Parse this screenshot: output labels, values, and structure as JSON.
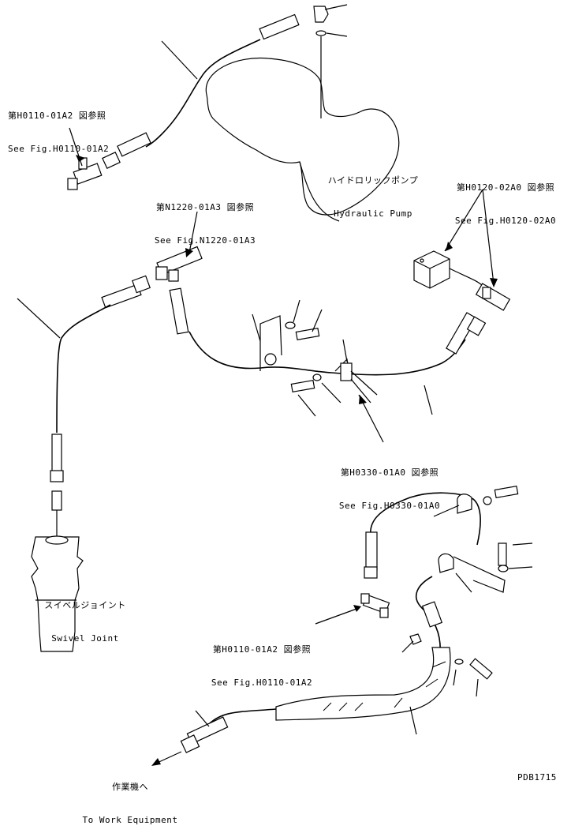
{
  "refs": {
    "ref_h0110_top": {
      "jp": "第H0110-01A2 図参照",
      "en": "See Fig.H0110-01A2"
    },
    "ref_n1220": {
      "jp": "第N1220-01A3 図参照",
      "en": "See Fig.N1220-01A3"
    },
    "ref_h0120": {
      "jp": "第H0120-02A0 図参照",
      "en": "See Fig.H0120-02A0"
    },
    "ref_h0330": {
      "jp": "第H0330-01A0 図参照",
      "en": "See Fig.H0330-01A0"
    },
    "ref_h0110_bottom": {
      "jp": "第H0110-01A2 図参照",
      "en": "See Fig.H0110-01A2"
    }
  },
  "components": {
    "hydraulic_pump": {
      "jp": "ハイドロリックポンプ",
      "en": "Hydraulic Pump"
    },
    "swivel_joint": {
      "jp": "スイベルジョイント",
      "en": "Swivel Joint"
    },
    "work_equipment": {
      "jp": "作業機へ",
      "en": "To Work Equipment"
    }
  },
  "drawing_code": "PDB1715"
}
